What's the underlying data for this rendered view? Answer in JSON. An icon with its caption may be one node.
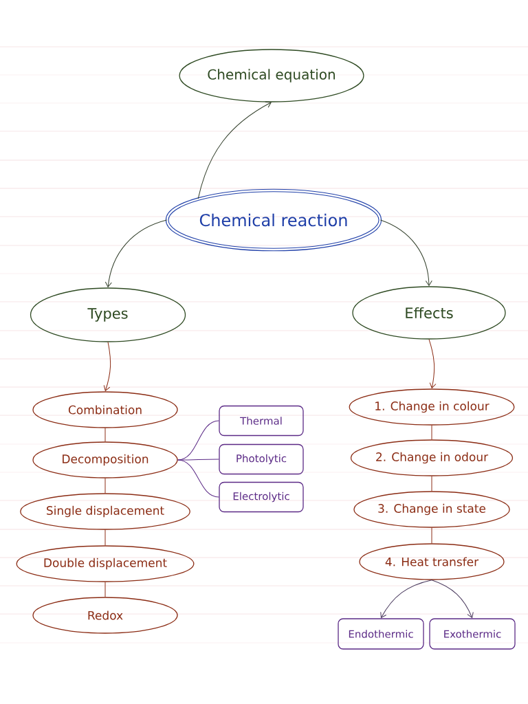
{
  "diagram": {
    "nodes": [
      {
        "text": [
          "Chemical equation"
        ]
      },
      {
        "text": [
          "Chemical reaction"
        ]
      },
      {
        "text": [
          "Types"
        ]
      },
      {
        "text": [
          "Effects"
        ]
      },
      {
        "text": [
          "Combination"
        ]
      },
      {
        "text": [
          "Decomposition"
        ]
      },
      {
        "text": [
          "Single displacement"
        ]
      },
      {
        "text": [
          "Double displacement"
        ]
      },
      {
        "text": [
          "Redox"
        ]
      },
      {
        "text": [
          "Thermal"
        ]
      },
      {
        "text": [
          "Photolytic"
        ]
      },
      {
        "text": [
          "Electrolytic"
        ]
      },
      {
        "text": [
          "1. Change in colour"
        ]
      },
      {
        "text": [
          "2. Change in odour"
        ]
      },
      {
        "text": [
          "3. Change in state"
        ]
      },
      {
        "text": [
          "4. Heat transfer"
        ]
      },
      {
        "text": [
          "Endothermic"
        ]
      },
      {
        "text": [
          "Exothermic"
        ]
      }
    ],
    "edges": [
      {
        "from": 1,
        "to": 0,
        "arrow": "to",
        "color": "#33402c"
      },
      {
        "from": 1,
        "to": 2,
        "arrow": "to",
        "color": "#33402c"
      },
      {
        "from": 1,
        "to": 3,
        "arrow": "to",
        "color": "#33402c"
      },
      {
        "from": 2,
        "to": 4,
        "arrow": "to"
      },
      {
        "from": 4,
        "to": 5,
        "arrow": "none"
      },
      {
        "from": 5,
        "to": 6,
        "arrow": "none"
      },
      {
        "from": 6,
        "to": 7,
        "arrow": "none"
      },
      {
        "from": 7,
        "to": 8,
        "arrow": "none"
      },
      {
        "from": 5,
        "to": 9,
        "arrow": "none",
        "color": "#5b2a86"
      },
      {
        "from": 5,
        "to": 10,
        "arrow": "none",
        "color": "#5b2a86"
      },
      {
        "from": 5,
        "to": 11,
        "arrow": "none",
        "color": "#5b2a86"
      },
      {
        "from": 3,
        "to": 12,
        "arrow": "to"
      },
      {
        "from": 12,
        "to": 13,
        "arrow": "none"
      },
      {
        "from": 13,
        "to": 14,
        "arrow": "none"
      },
      {
        "from": 14,
        "to": 15,
        "arrow": "none"
      },
      {
        "from": 15,
        "to": 16,
        "arrow": "to",
        "color": "#4a3a5e"
      },
      {
        "from": 15,
        "to": 17,
        "arrow": "to",
        "color": "#4a3a5e"
      }
    ]
  }
}
